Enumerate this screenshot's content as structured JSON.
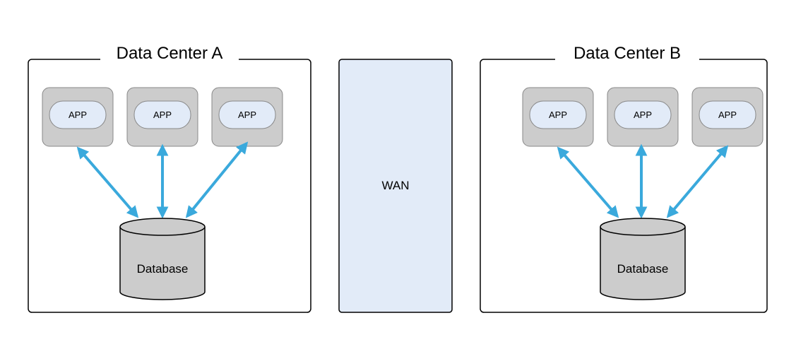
{
  "data_centers": [
    {
      "title": "Data Center A",
      "apps": [
        {
          "label": "APP"
        },
        {
          "label": "APP"
        },
        {
          "label": "APP"
        }
      ],
      "database": {
        "label": "Database"
      }
    },
    {
      "title": "Data Center B",
      "apps": [
        {
          "label": "APP"
        },
        {
          "label": "APP"
        },
        {
          "label": "APP"
        }
      ],
      "database": {
        "label": "Database"
      }
    }
  ],
  "wan": {
    "label": "WAN"
  },
  "colors": {
    "arrow": "#3aa9dc",
    "node_outer_fill": "#cccccc",
    "node_inner_fill": "#e2ebf8",
    "wan_fill": "#e2ebf8",
    "database_fill": "#cccccc",
    "border": "#000000"
  }
}
